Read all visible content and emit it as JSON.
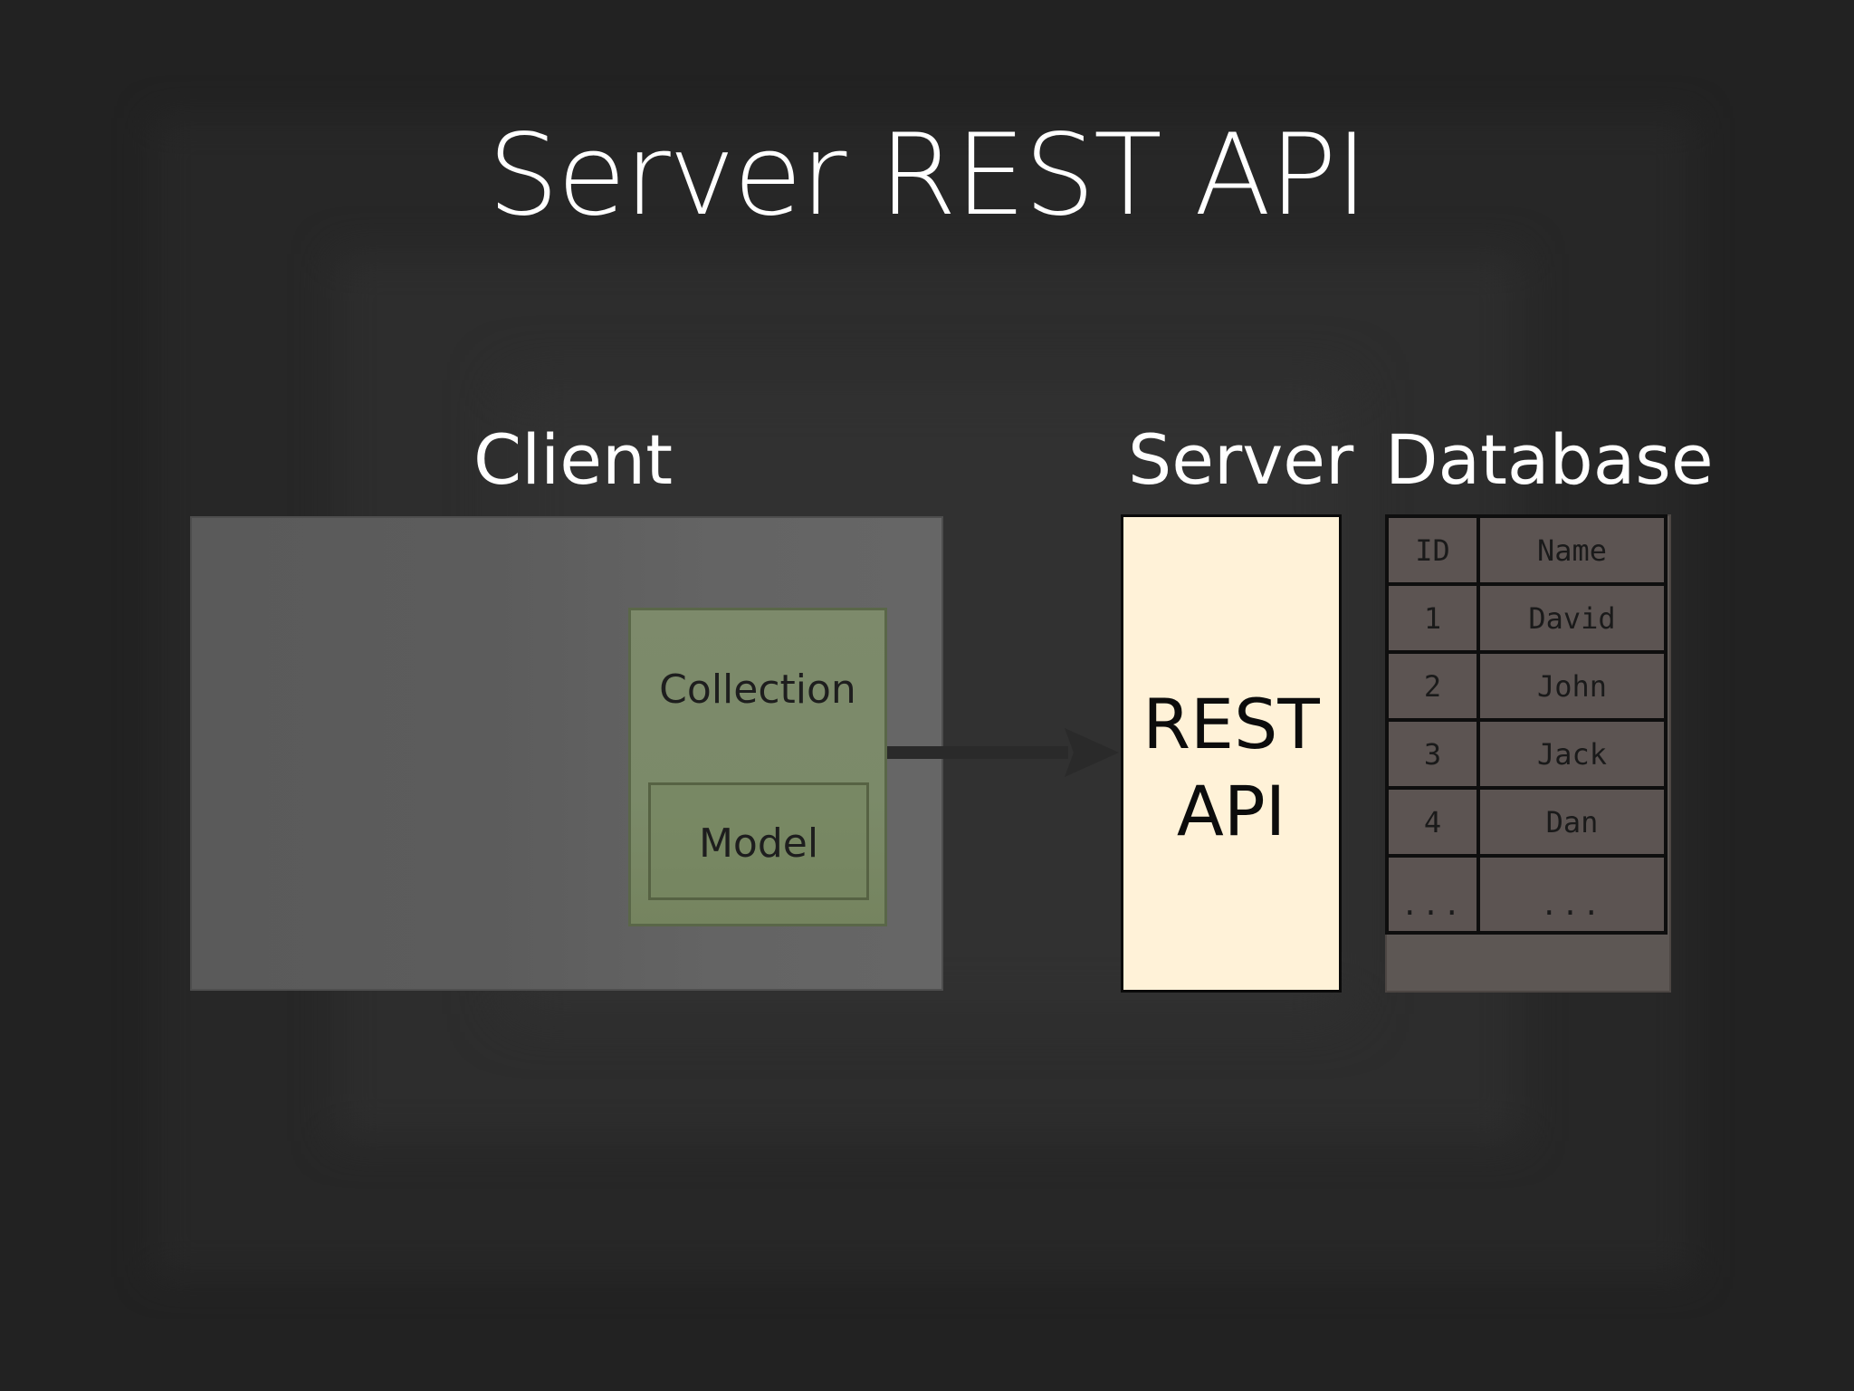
{
  "slide": {
    "title": "Server REST API"
  },
  "client": {
    "label": "Client",
    "collection_label": "Collection",
    "model_label": "Model"
  },
  "server": {
    "label": "Server",
    "box_line1": "REST",
    "box_line2": "API"
  },
  "database": {
    "label": "Database",
    "columns": [
      "ID",
      "Name"
    ],
    "rows": [
      [
        "1",
        "David"
      ],
      [
        "2",
        "John"
      ],
      [
        "3",
        "Jack"
      ],
      [
        "4",
        "Dan"
      ],
      [
        "...",
        "..."
      ]
    ]
  },
  "colors": {
    "background": "#222222",
    "client_box": "#5e5e5e",
    "collection_box": "#7b8a69",
    "server_box": "#fff2d8",
    "database_cell": "#5c5452",
    "arrow": "#2a2a2a"
  }
}
